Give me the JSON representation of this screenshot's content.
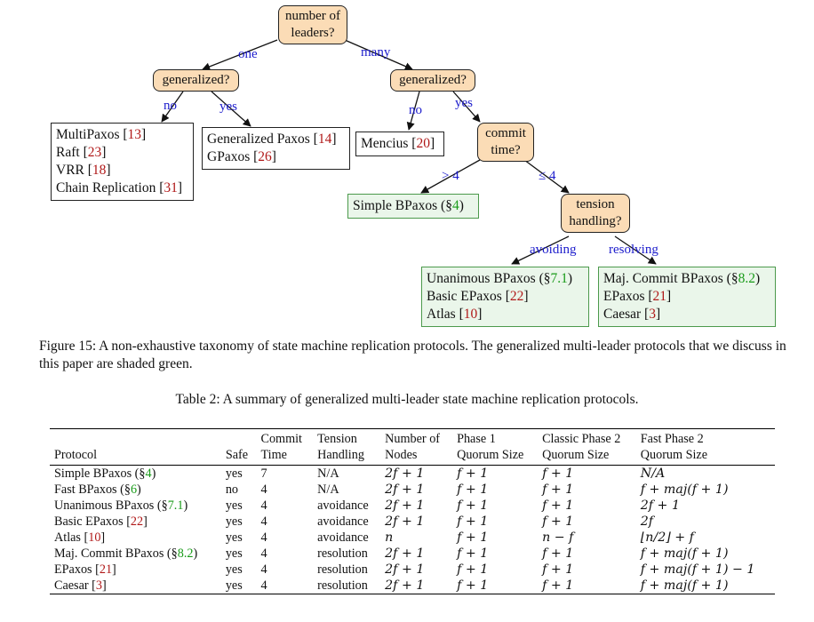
{
  "tree": {
    "q_leaders": [
      "number of",
      "leaders?"
    ],
    "q_gen_left": "generalized?",
    "q_gen_right": "generalized?",
    "q_commit": [
      "commit",
      "time?"
    ],
    "q_tension": [
      "tension",
      "handling?"
    ],
    "edge_one": "one",
    "edge_many": "many",
    "edge_no_left": "no",
    "edge_yes_left": "yes",
    "edge_no_right": "no",
    "edge_yes_right": "yes",
    "edge_gt4": "> 4",
    "edge_le4": "≤ 4",
    "edge_avoiding": "avoiding",
    "edge_resolving": "resolving",
    "leaf_single_nongen": [
      {
        "name": "MultiPaxos",
        "ref": "13"
      },
      {
        "name": "Raft",
        "ref": "23"
      },
      {
        "name": "VRR",
        "ref": "18"
      },
      {
        "name": "Chain Replication",
        "ref": "31"
      }
    ],
    "leaf_single_gen": [
      {
        "name": "Generalized Paxos",
        "ref": "14"
      },
      {
        "name": "GPaxos",
        "ref": "26"
      }
    ],
    "leaf_multi_nongen": {
      "name": "Mencius",
      "ref": "20"
    },
    "leaf_simple": {
      "name": "Simple BPaxos",
      "sec": "4"
    },
    "leaf_avoiding": [
      {
        "name": "Unanimous BPaxos",
        "sec": "7.1"
      },
      {
        "name": "Basic EPaxos",
        "ref": "22"
      },
      {
        "name": "Atlas",
        "ref": "10"
      }
    ],
    "leaf_resolving": [
      {
        "name": "Maj. Commit BPaxos",
        "sec": "8.2"
      },
      {
        "name": "EPaxos",
        "ref": "21"
      },
      {
        "name": "Caesar",
        "ref": "3"
      }
    ]
  },
  "figure_caption": "Figure 15: A non-exhaustive taxonomy of state machine replication protocols. The generalized multi-leader protocols that we discuss in this paper are shaded green.",
  "table_caption": "Table 2: A summary of generalized multi-leader state machine replication protocols.",
  "table": {
    "headers": [
      [
        "",
        "Protocol"
      ],
      [
        "",
        "Safe"
      ],
      [
        "Commit",
        "Time"
      ],
      [
        "Tension",
        "Handling"
      ],
      [
        "Number of",
        "Nodes"
      ],
      [
        "Phase 1",
        "Quorum Size"
      ],
      [
        "Classic Phase 2",
        "Quorum Size"
      ],
      [
        "Fast Phase 2",
        "Quorum Size"
      ]
    ],
    "rows": [
      {
        "protocol": "Simple BPaxos",
        "sec": "4",
        "safe": "yes",
        "commit": "7",
        "tension": "N/A",
        "nodes": "2f + 1",
        "p1": "f + 1",
        "cp2": "f + 1",
        "fp2": "N/A"
      },
      {
        "protocol": "Fast BPaxos",
        "sec": "6",
        "safe": "no",
        "commit": "4",
        "tension": "N/A",
        "nodes": "2f + 1",
        "p1": "f + 1",
        "cp2": "f + 1",
        "fp2": "f + maj(f + 1)"
      },
      {
        "protocol": "Unanimous BPaxos",
        "sec": "7.1",
        "safe": "yes",
        "commit": "4",
        "tension": "avoidance",
        "nodes": "2f + 1",
        "p1": "f + 1",
        "cp2": "f + 1",
        "fp2": "2f + 1"
      },
      {
        "protocol": "Basic EPaxos",
        "ref": "22",
        "safe": "yes",
        "commit": "4",
        "tension": "avoidance",
        "nodes": "2f + 1",
        "p1": "f + 1",
        "cp2": "f + 1",
        "fp2": "2f"
      },
      {
        "protocol": "Atlas",
        "ref": "10",
        "safe": "yes",
        "commit": "4",
        "tension": "avoidance",
        "nodes": "n",
        "p1": "f + 1",
        "cp2": "n − f",
        "fp2": "⌊n/2⌋ + f"
      },
      {
        "protocol": "Maj. Commit BPaxos",
        "sec": "8.2",
        "safe": "yes",
        "commit": "4",
        "tension": "resolution",
        "nodes": "2f + 1",
        "p1": "f + 1",
        "cp2": "f + 1",
        "fp2": "f + maj(f + 1)"
      },
      {
        "protocol": "EPaxos",
        "ref": "21",
        "safe": "yes",
        "commit": "4",
        "tension": "resolution",
        "nodes": "2f + 1",
        "p1": "f + 1",
        "cp2": "f + 1",
        "fp2": "f + maj(f + 1) − 1"
      },
      {
        "protocol": "Caesar",
        "ref": "3",
        "safe": "yes",
        "commit": "4",
        "tension": "resolution",
        "nodes": "2f + 1",
        "p1": "f + 1",
        "cp2": "f + 1",
        "fp2": "f + maj(f + 1)"
      }
    ]
  }
}
